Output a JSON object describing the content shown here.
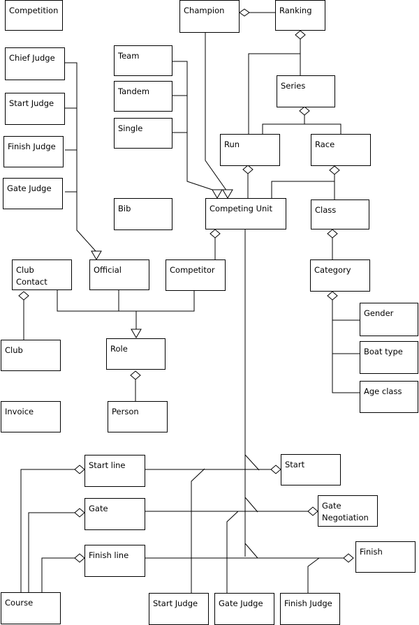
{
  "classes": {
    "competition": "Competition",
    "champion": "Champion",
    "ranking": "Ranking",
    "chief_judge": "Chief Judge",
    "team": "Team",
    "tandem": "Tandem",
    "single": "Single",
    "start_judge_top": "Start Judge",
    "finish_judge_top": "Finish Judge",
    "gate_judge_top": "Gate Judge",
    "series": "Series",
    "run": "Run",
    "race": "Race",
    "bib": "Bib",
    "competing_unit": "Competing Unit",
    "class": "Class",
    "club_contact": "Club  Contact",
    "official": "Official",
    "competitor": "Competitor",
    "category": "Category",
    "gender": "Gender",
    "boat_type": "Boat type",
    "age_class": "Age class",
    "club": "Club",
    "role": "Role",
    "invoice": "Invoice",
    "person": "Person",
    "start_line": "Start line",
    "start": "Start",
    "gate": "Gate",
    "gate_negotiation_1": "Gate",
    "gate_negotiation_2": "Negotiation",
    "finish_line": "Finish line",
    "finish": "Finish",
    "course": "Course",
    "start_judge_bottom": "Start Judge",
    "gate_judge_bottom": "Gate Judge",
    "finish_judge_bottom": "Finish Judge"
  }
}
